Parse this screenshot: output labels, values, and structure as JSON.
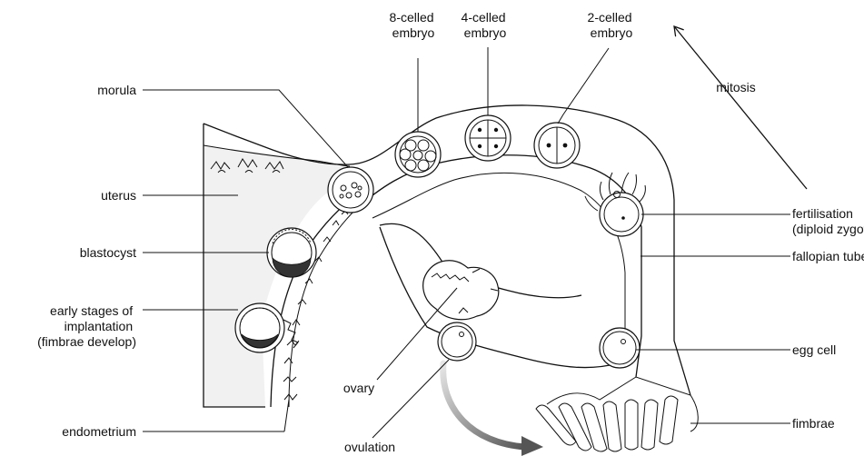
{
  "labels": {
    "morula": "morula",
    "uterus": "uterus",
    "blastocyst": "blastocyst",
    "implantation": [
      "early stages of",
      "implantation",
      "(fimbrae develop)"
    ],
    "endometrium": "endometrium",
    "ovary": "ovary",
    "ovulation": "ovulation",
    "eight_celled": [
      "8-celled",
      "embryo"
    ],
    "four_celled": [
      "4-celled",
      "embryo"
    ],
    "two_celled": [
      "2-celled",
      "embryo"
    ],
    "mitosis": "mitosis",
    "fertilisation": [
      "fertilisation",
      "(diploid zygote)"
    ],
    "fallopian_tube": "fallopian tube",
    "egg_cell": "egg cell",
    "fimbrae": "fimbrae"
  }
}
